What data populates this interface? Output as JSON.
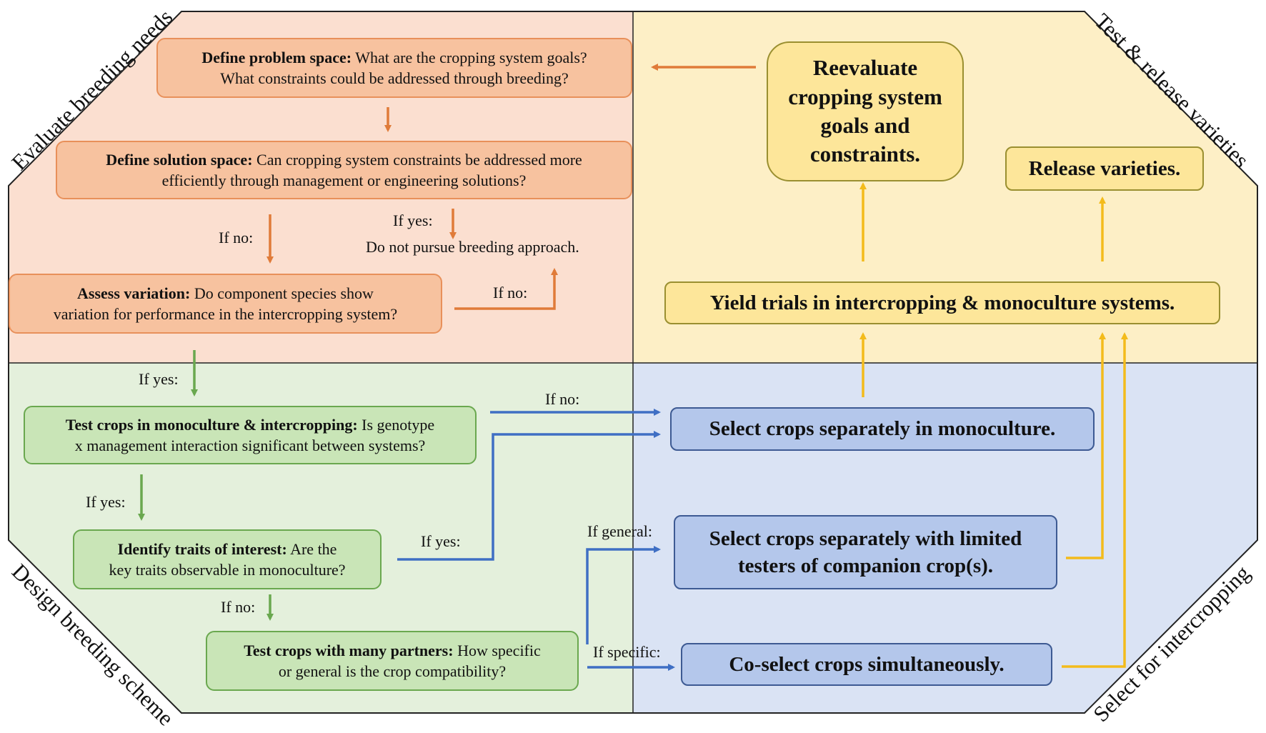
{
  "quadrants": {
    "top_left": "Evaluate breeding needs",
    "top_right": "Test & release varieties",
    "bottom_left": "Design breeding scheme",
    "bottom_right": "Select for intercropping"
  },
  "colors": {
    "orange_fill": "#f7c29f",
    "orange_region": "#fbdfd0",
    "green_fill": "#c9e5b7",
    "green_region": "#e4f0dc",
    "yellow_fill": "#fde69a",
    "yellow_region": "#fdefc6",
    "blue_fill": "#b4c7eb",
    "blue_region": "#dae3f4",
    "orange_arrow": "#e07b39",
    "green_arrow": "#6aa84f",
    "blue_arrow": "#3f6fc4",
    "yellow_arrow": "#f3bb1b"
  },
  "boxes": {
    "define_problem": {
      "title": "Define problem space:",
      "text": "What are the cropping system goals?",
      "text2": "What constraints could be addressed through breeding?"
    },
    "define_solution": {
      "title": "Define solution space:",
      "text": "Can cropping system constraints be addressed more",
      "text2": "efficiently  through  management  or engineering  solutions?"
    },
    "no_breeding": "Do not pursue breeding approach.",
    "assess_variation": {
      "title": "Assess variation:",
      "text": "Do component species show",
      "text2": "variation  for performance in the intercropping system?"
    },
    "test_mono_inter": {
      "title": "Test crops in monoculture & intercropping:",
      "text": "Is genotype",
      "text2": "x management  interaction  significant  between systems?"
    },
    "identify_traits": {
      "title": "Identify traits of interest:",
      "text": "Are the",
      "text2": "key traits observable in monoculture?"
    },
    "many_partners": {
      "title": "Test crops with many partners:",
      "text": "How specific",
      "text2": "or general  is the crop compatibility?"
    },
    "reevaluate": {
      "l1": "Reevaluate",
      "l2": "cropping system",
      "l3": "goals and",
      "l4": "constraints."
    },
    "release": "Release varieties.",
    "yield_trials": "Yield trials in intercropping & monoculture systems.",
    "select_mono": "Select crops separately in monoculture.",
    "select_testers": {
      "l1": "Select crops separately with limited",
      "l2": "testers of companion crop(s)."
    },
    "coselect": "Co-select crops simultaneously."
  },
  "labels": {
    "if_no_1": "If no:",
    "if_yes_1": "If yes:",
    "if_no_2": "If no:",
    "if_yes_2": "If yes:",
    "if_no_3": "If no:",
    "if_yes_3": "If yes:",
    "if_yes_4": "If yes:",
    "if_no_4": "If no:",
    "if_general": "If general:",
    "if_specific": "If specific:"
  }
}
